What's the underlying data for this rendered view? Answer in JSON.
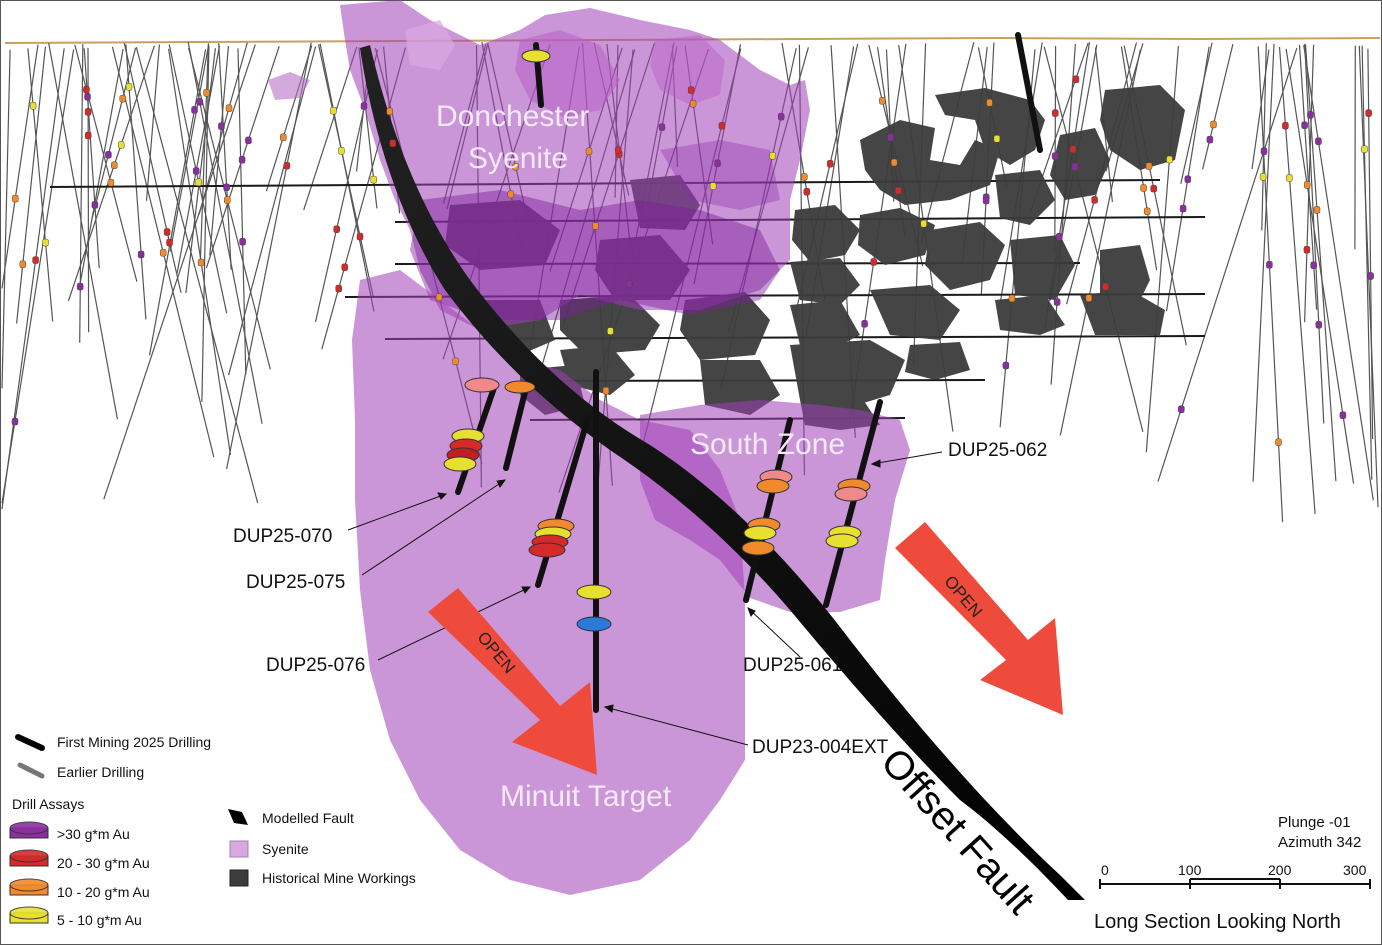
{
  "zones": {
    "donchester_line1": "Donchester",
    "donchester_line2": "Syenite",
    "south_zone": "South Zone",
    "minuit_target": "Minuit Target",
    "offset_fault": "Offset Fault"
  },
  "holes": {
    "dup25_062": "DUP25-062",
    "dup25_070": "DUP25-070",
    "dup25_075": "DUP25-075",
    "dup25_076": "DUP25-076",
    "dup25_061": "DUP25-061",
    "dup23_004ext": "DUP23-004EXT"
  },
  "arrows": {
    "open_label": "OPEN"
  },
  "legend": {
    "first_mining": "First Mining 2025 Drilling",
    "earlier": "Earlier Drilling",
    "drill_assays_title": "Drill Assays",
    "assay_classes": [
      {
        "label": ">30 g*m Au",
        "color": "#8b2fa0"
      },
      {
        "label": "20 - 30 g*m Au",
        "color": "#d42a2a"
      },
      {
        "label": "10 - 20 g*m Au",
        "color": "#f08a2c"
      },
      {
        "label": "5 - 10 g*m Au",
        "color": "#e8e030"
      }
    ],
    "modelled_fault": "Modelled Fault",
    "syenite": "Syenite",
    "historical": "Historical Mine Workings"
  },
  "orientation": {
    "plunge": "Plunge -01",
    "azimuth": "Azimuth 342"
  },
  "scale_bar": {
    "ticks": [
      "0",
      "100",
      "200",
      "300"
    ]
  },
  "view_title": "Long Section Looking North",
  "colors": {
    "syenite": "#a040b8",
    "workings": "#3c3c3c",
    "open_arrow": "#ef4b3c",
    "ground": "#c8a060"
  }
}
